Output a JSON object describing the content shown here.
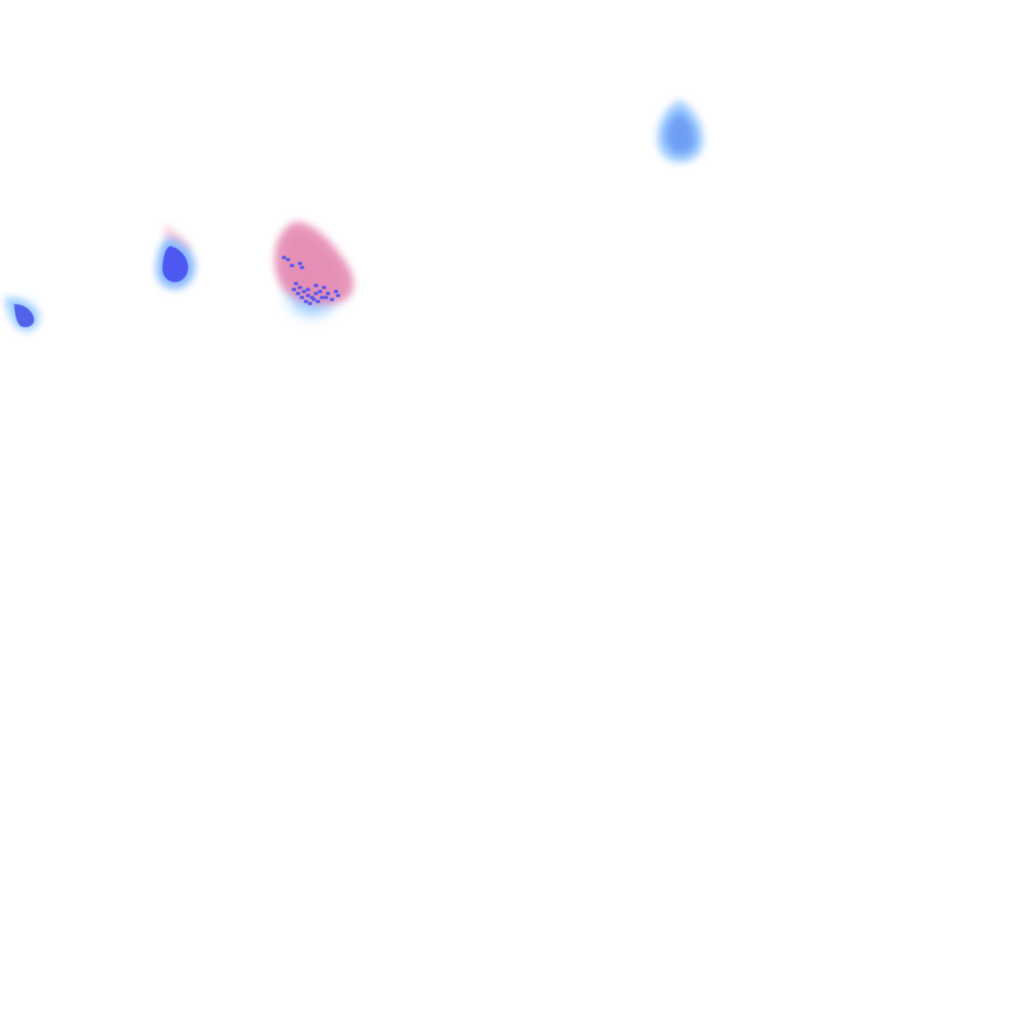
{
  "image": {
    "background_color": "#ffffff",
    "blobs": [
      {
        "name": "blob-top-right",
        "outer_color": "#8fc4ff",
        "core_color": "#5b8cf0",
        "pink_color": null
      },
      {
        "name": "blob-small-left",
        "outer_color": "#7db3ff",
        "core_color": "#4a52f0",
        "pink_color": "#f0b0c8"
      },
      {
        "name": "blob-pink-large",
        "outer_color": "#8fc8ff",
        "core_color": "#4d55f2",
        "pink_color": "#e58ab3"
      },
      {
        "name": "blob-edge-left",
        "outer_color": "#8cc6ff",
        "core_color": "#4a58e8",
        "pink_color": null
      }
    ]
  }
}
